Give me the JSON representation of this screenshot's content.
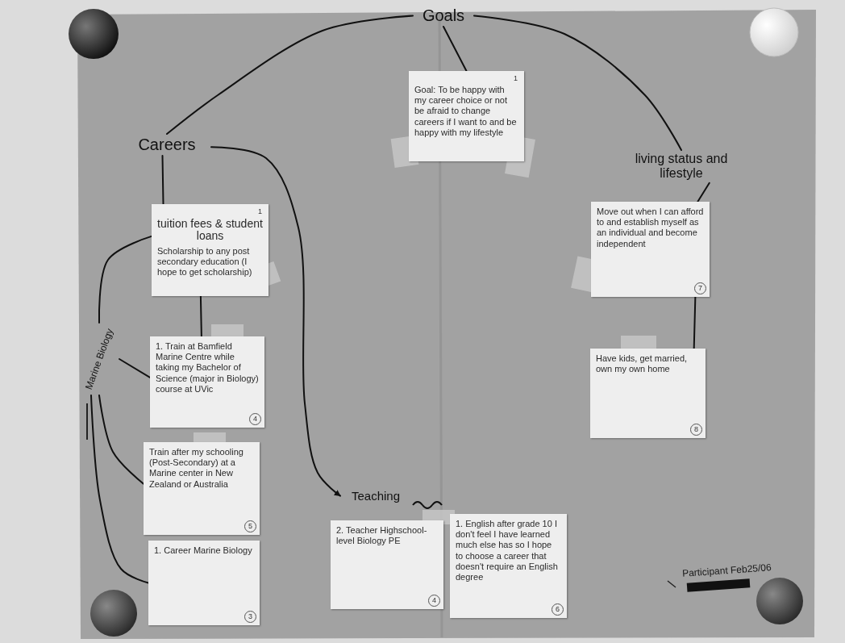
{
  "diagram": {
    "nodes": [
      {
        "text": [
          "Goals"
        ]
      },
      {
        "text": [
          "Goal: To be happy with my career choice or not be afraid to change careers if I want to and be happy with my lifestyle",
          "1"
        ]
      },
      {
        "text": [
          "Careers"
        ]
      },
      {
        "text": [
          "tuition fees & student loans",
          "Scholarship to any post secondary education (I hope to get scholarship)",
          "1"
        ]
      },
      {
        "text": [
          "1. Train at Bamfield Marine Centre while taking my Bachelor of Science (major in Biology) course at UVic",
          "4"
        ]
      },
      {
        "text": [
          "Train after my schooling (Post-Secondary) at a Marine center in New Zealand or Australia",
          "5"
        ]
      },
      {
        "text": [
          "1. Career Marine Biology",
          "3"
        ]
      },
      {
        "text": [
          "Marine Biology"
        ]
      },
      {
        "text": [
          "living status and lifestyle"
        ]
      },
      {
        "text": [
          "Move out when I can afford to and establish myself as an individual and become independent",
          "7"
        ]
      },
      {
        "text": [
          "Have kids, get married, own my own home",
          "8"
        ]
      },
      {
        "text": [
          "Teaching"
        ]
      },
      {
        "text": [
          "2. Teacher Highschool-level Biology PE",
          "4"
        ]
      },
      {
        "text": [
          "1. English after grade 10 I don't feel I have learned much else has so I hope to choose a career that doesn't require an English degree",
          "6"
        ]
      }
    ],
    "edges": [
      {
        "from": 0,
        "to": 2,
        "arrow": "none"
      },
      {
        "from": 0,
        "to": 1,
        "arrow": "none"
      },
      {
        "from": 0,
        "to": 8,
        "arrow": "none"
      },
      {
        "from": 2,
        "to": 3,
        "arrow": "none"
      },
      {
        "from": 3,
        "to": 4,
        "arrow": "none"
      },
      {
        "from": 2,
        "to": 11,
        "arrow": "to"
      },
      {
        "from": 8,
        "to": 9,
        "arrow": "none"
      },
      {
        "from": 9,
        "to": 10,
        "arrow": "none"
      },
      {
        "from": 7,
        "to": 3,
        "arrow": "none"
      },
      {
        "from": 7,
        "to": 4,
        "arrow": "none"
      },
      {
        "from": 7,
        "to": 5,
        "arrow": "none"
      },
      {
        "from": 7,
        "to": 6,
        "arrow": "none"
      }
    ],
    "labels": [
      "Participant Feb25/06"
    ]
  }
}
